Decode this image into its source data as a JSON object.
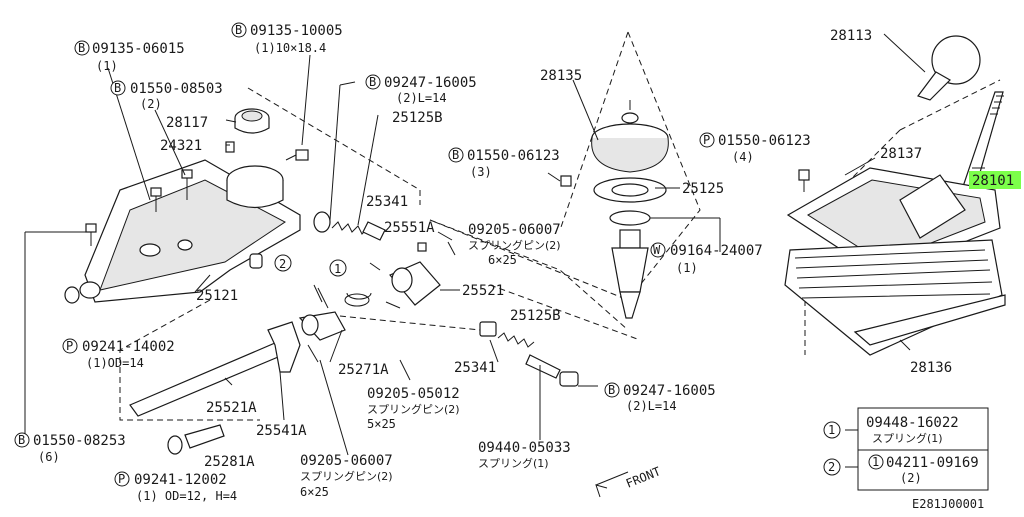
{
  "diagram": {
    "drawing_code": "E281J00001",
    "front_label": "FRONT",
    "highlight_color": "#7cff4a",
    "callouts": [
      {
        "code": "09135-06015",
        "badge": "B",
        "qty": "(1)"
      },
      {
        "code": "09135-10005",
        "badge": "B",
        "qty": "(1)10×18.4"
      },
      {
        "code": "01550-08503",
        "badge": "B",
        "qty": "(2)"
      },
      {
        "code": "09247-16005",
        "badge": "B",
        "qty": "(2)L=14"
      },
      {
        "code": "01550-06123",
        "badge": "B",
        "qty": "(3)"
      },
      {
        "code": "01550-06123",
        "badge": "P",
        "qty": "(4)"
      },
      {
        "code": "09205-06007",
        "badge": "",
        "qty": "スプリングピン(2)",
        "size": "6×25"
      },
      {
        "code": "09164-24007",
        "badge": "W",
        "qty": "(1)"
      },
      {
        "code": "09241-14002",
        "badge": "P",
        "qty": "(1)OD=14"
      },
      {
        "code": "09205-05012",
        "badge": "",
        "qty": "スプリングピン(2)",
        "size": "5×25"
      },
      {
        "code": "09247-16005",
        "badge": "B",
        "qty": "(2)L=14"
      },
      {
        "code": "01550-08253",
        "badge": "B",
        "qty": "(6)"
      },
      {
        "code": "09205-06007",
        "badge": "",
        "qty": "スプリングピン(2)",
        "size": "6×25"
      },
      {
        "code": "09440-05033",
        "badge": "",
        "qty": "スプリング(1)"
      },
      {
        "code": "09241-12002",
        "badge": "P",
        "qty": "(1) OD=12, H=4"
      }
    ],
    "part_numbers": {
      "p28113": "28113",
      "p28135": "28135",
      "p28117": "28117",
      "p24321": "24321",
      "p25125b_top": "25125B",
      "p25341_top": "25341",
      "p25551a": "25551A",
      "p25125": "25125",
      "p28137": "28137",
      "p28101": "28101",
      "p25121": "25121",
      "p25521": "25521",
      "p25125b_mid": "25125B",
      "p25341_mid": "25341",
      "p25271a": "25271A",
      "p25521a": "25521A",
      "p25541a": "25541A",
      "p25281a": "25281A",
      "p28136": "28136",
      "circle1": "1",
      "circle2": "2"
    },
    "legend": [
      {
        "ref": "1",
        "code": "09448-16022",
        "desc": "スプリング(1)"
      },
      {
        "ref": "2",
        "sub": "1",
        "code": "04211-09169",
        "desc": "(2)"
      }
    ]
  }
}
